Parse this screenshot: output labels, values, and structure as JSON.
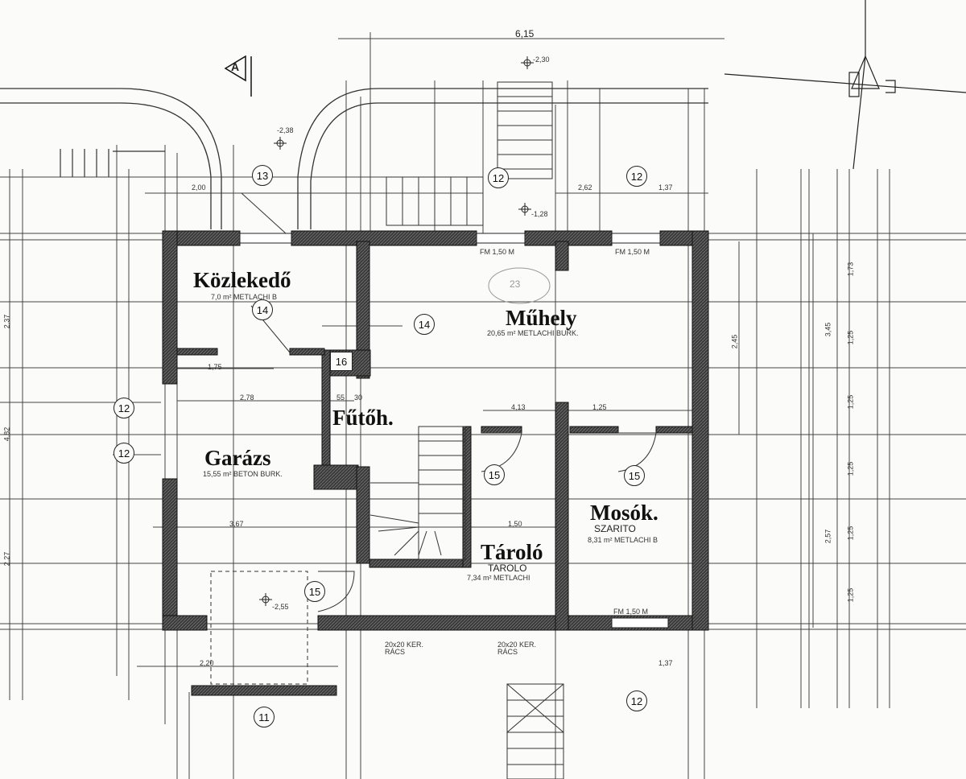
{
  "rooms": {
    "kozlekedo": {
      "name": "Közlekedő",
      "spec": "7,0 m² METLACHI B"
    },
    "muhely": {
      "name": "Műhely",
      "spec": "20,65 m² METLACHI BURK."
    },
    "futoh": {
      "name": "Fűtőh."
    },
    "garazs": {
      "name": "Garázs",
      "spec": "15,55 m² BETON BURK."
    },
    "mosok": {
      "name": "Mosók.",
      "sub": "SZARITO",
      "spec": "8,31 m² METLACHI B"
    },
    "tarolo": {
      "name": "Tároló",
      "sub": "TAROLO",
      "spec": "7,34 m² METLACHI"
    }
  },
  "dimensions": {
    "overall_top": "6,15",
    "top_left": "2,00",
    "top_mid": "2,62",
    "top_right": "1,37",
    "left_1": "2,37",
    "left_2": "4,82",
    "left_3": "2,27",
    "right_1": "3,45",
    "right_2": "2,57",
    "right_3": "2,45",
    "inner_1": "1,75",
    "inner_2": "2,78",
    "inner_3": "3,67",
    "inner_4": "4,13",
    "inner_5": "1,25",
    "inner_6": "1,50",
    "inner_7": "55",
    "inner_8": "30",
    "bottom_1": "2,20",
    "bottom_2": "1,37",
    "col_r1": "1,73",
    "col_r2": "1,25",
    "col_r3": "1,25",
    "col_r4": "1,25",
    "col_r5": "1,25",
    "col_r6": "1,25"
  },
  "windows": {
    "w1": "FM 1,50 M",
    "w2": "FM 1,50 M",
    "w3": "FM 1,50 M"
  },
  "levels": {
    "l1": "-2,38",
    "l2": "-2,30",
    "l3": "-1,28",
    "l4": "-2,55"
  },
  "grates": {
    "g1": "20x20 KER. RÁCS",
    "g2": "20x20 KER. RÁCS"
  },
  "markers": {
    "m13": "13",
    "m12a": "12",
    "m12b": "12",
    "m14a": "14",
    "m14b": "14",
    "m16": "16",
    "m12c": "12",
    "m12d": "12",
    "m15a": "15",
    "m15b": "15",
    "m15c": "15",
    "m11": "11",
    "m12e": "12",
    "m23": "23"
  },
  "north": "A"
}
